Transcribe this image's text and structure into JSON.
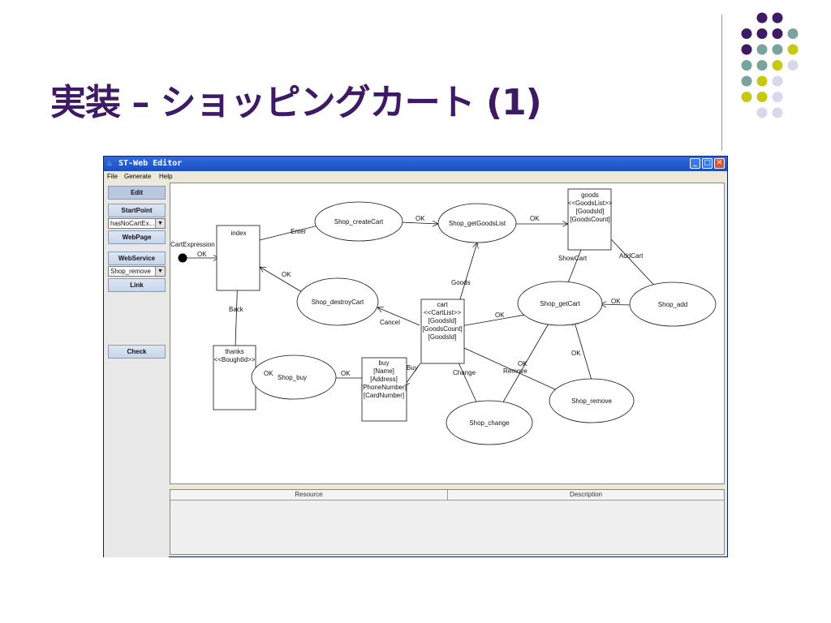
{
  "slide": {
    "title": "実装 – ショッピングカート (1)"
  },
  "decor": {
    "purple": "#3d1a63",
    "teal": "#7aa3a0",
    "yellow": "#c8c814",
    "lavender": "#d8d8ec"
  },
  "window": {
    "title": "ST-Web Editor"
  },
  "menu": {
    "file": "File",
    "generate": "Generate",
    "help": "Help"
  },
  "tools": {
    "edit": "Edit",
    "startpoint": "StartPoint",
    "startpoint_select": "hasNoCartEx...",
    "webpage": "WebPage",
    "webservice": "WebService",
    "webservice_select": "Shop_remove",
    "link": "Link",
    "check": "Check"
  },
  "diagram": {
    "pages": {
      "index": "index",
      "goods": [
        "goods",
        "<<GoodsList>>",
        "[GoodsId]",
        "[GoodsCount]"
      ],
      "cart": [
        "cart",
        "<<CartList>>",
        "[GoodsId]",
        "[GoodsCount]",
        "[GoodsId]"
      ],
      "thanks": [
        "thanks",
        "<<BoughtId>>"
      ],
      "buy": [
        "buy",
        "[Name]",
        "[Address]",
        "[PhoneNumber]",
        "[CardNumber]"
      ]
    },
    "services": {
      "create_cart": "Shop_createCart",
      "get_goods_list": "Shop_getGoodsList",
      "destroy_cart": "Shop_destroyCart",
      "get_cart": "Shop_getCart",
      "add": "Shop_add",
      "buy": "Shop_buy",
      "remove": "Shop_remove",
      "change": "Shop_change"
    },
    "labels": {
      "cart_expression": "CartExpression",
      "ok": "OK",
      "enter": "Enter",
      "show_cart": "ShowCart",
      "add_cart": "AddCart",
      "goods": "Goods",
      "back": "Back",
      "cancel": "Cancel",
      "buy": "Buy",
      "change": "Change",
      "remove": "Remove"
    }
  },
  "resources": {
    "col_resource": "Resource",
    "col_description": "Description"
  }
}
